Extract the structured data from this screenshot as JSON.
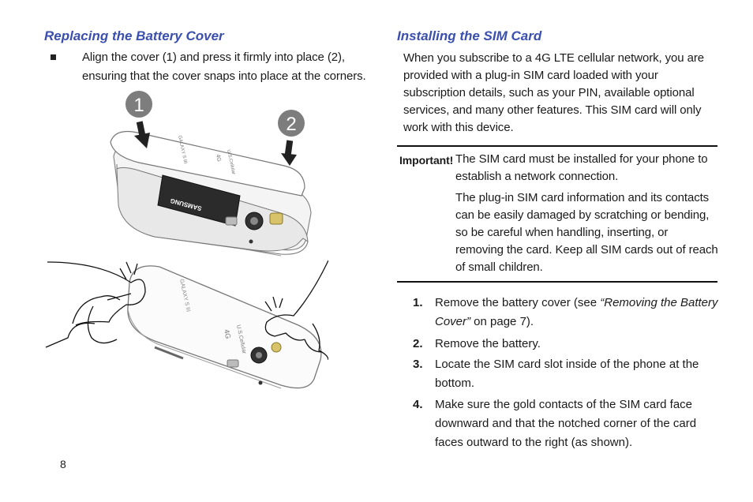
{
  "left": {
    "heading": "Replacing the Battery Cover",
    "bullet_line1": "Align the cover (1) and press it firmly into place (2),",
    "bullet_line2": "ensuring that the cover snaps into place at the corners.",
    "callout1": "1",
    "callout2": "2",
    "battery_brand": "SAMSUNG",
    "phone_model": "GALAXY S III",
    "network_label": "4G",
    "carrier_label": "U.S.Cellular"
  },
  "right": {
    "heading": "Installing the SIM Card",
    "intro_lines": [
      "When you subscribe to a 4G LTE cellular network, you are",
      "provided with a plug-in SIM card loaded with your",
      "subscription details, such as your PIN, available optional",
      "services, and many other features. This SIM card will only",
      "work with this device."
    ],
    "important_label": "Important!",
    "important_p1": [
      "The SIM card must be installed for your phone to",
      "establish a network connection."
    ],
    "important_p2": [
      "The plug-in SIM card information and its contacts",
      "can be easily damaged by scratching or bending,",
      "so be careful when handling, inserting, or",
      "removing the card. Keep all SIM cards out of reach",
      "of small children."
    ],
    "steps": [
      {
        "num": "1.",
        "line1_pre": "Remove the battery cover (see ",
        "line1_ital": "“Removing the Battery",
        "line2_ital": "Cover”",
        "line2_post": " on page 7)."
      },
      {
        "num": "2.",
        "line1": "Remove the battery."
      },
      {
        "num": "3.",
        "line1": "Locate the SIM card slot inside of the phone at the",
        "line2": "bottom."
      },
      {
        "num": "4.",
        "line1": "Make sure the gold contacts of the SIM card face",
        "line2": "downward and that the notched corner of the card",
        "line3": "faces outward to the right (as shown)."
      }
    ]
  },
  "footer": {
    "page_number": "8"
  },
  "colors": {
    "heading": "#3a4fae",
    "text": "#1a1a1a",
    "rule": "#111111"
  }
}
